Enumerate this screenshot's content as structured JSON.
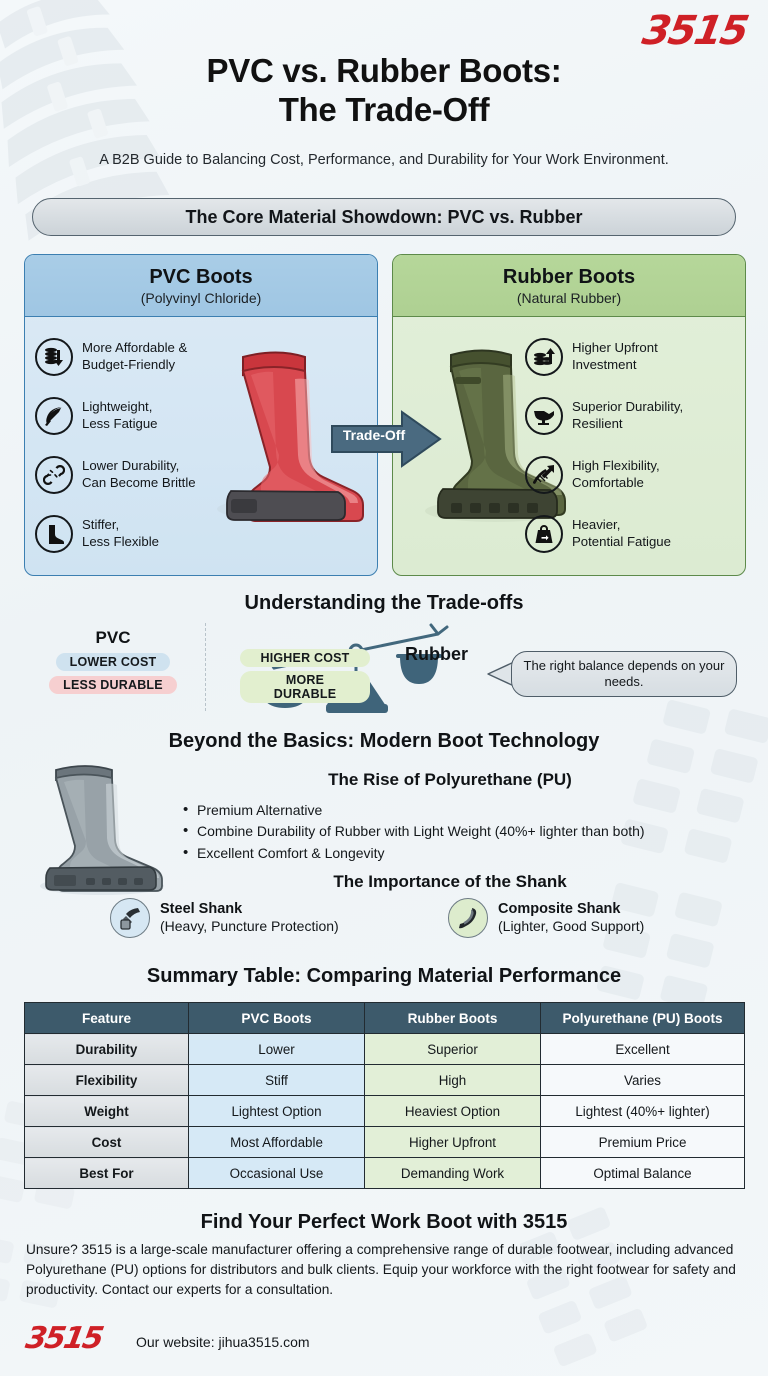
{
  "brand": {
    "logo_text": "3515",
    "logo_color": "#cf2026"
  },
  "header": {
    "title_line1": "PVC vs. Rubber Boots:",
    "title_line2": "The Trade-Off",
    "subtitle": "A B2B Guide to Balancing Cost, Performance, and Durability for Your Work Environment."
  },
  "banner": {
    "label": "The Core Material Showdown: PVC vs. Rubber"
  },
  "panels": {
    "pvc": {
      "title": "PVC Boots",
      "subtitle": "(Polyvinyl Chloride)",
      "accent": "#3c7fb1",
      "features": [
        {
          "icon": "coins-down-icon",
          "line1": "More Affordable &",
          "line2": "Budget-Friendly"
        },
        {
          "icon": "feather-icon",
          "line1": "Lightweight,",
          "line2": "Less Fatigue"
        },
        {
          "icon": "broken-chain-icon",
          "line1": "Lower Durability,",
          "line2": "Can Become Brittle"
        },
        {
          "icon": "boot-icon",
          "line1": "Stiffer,",
          "line2": "Less Flexible"
        }
      ]
    },
    "rubber": {
      "title": "Rubber Boots",
      "subtitle": "(Natural Rubber)",
      "accent": "#5d8a4a",
      "features": [
        {
          "icon": "coins-up-icon",
          "line1": "Higher Upfront",
          "line2": "Investment"
        },
        {
          "icon": "anvil-icon",
          "line1": "Superior Durability,",
          "line2": "Resilient"
        },
        {
          "icon": "flex-arrow-icon",
          "line1": "High Flexibility,",
          "line2": "Comfortable"
        },
        {
          "icon": "weight-icon",
          "line1": "Heavier,",
          "line2": "Potential Fatigue"
        }
      ]
    },
    "tradeoff_arrow": {
      "label": "Trade-Off"
    }
  },
  "tradeoffs": {
    "heading": "Understanding the Trade-offs",
    "pvc_side": {
      "name": "PVC",
      "chips": [
        "LOWER COST",
        "LESS DURABLE"
      ]
    },
    "rubber_side": {
      "name": "Rubber",
      "chips": [
        "HIGHER COST",
        "MORE DURABLE"
      ]
    },
    "callout": "The right balance depends on your needs."
  },
  "beyond": {
    "heading": "Beyond the Basics: Modern Boot Technology",
    "pu_heading": "The Rise of Polyurethane (PU)",
    "pu_bullets": [
      "Premium Alternative",
      "Combine Durability of Rubber with Light Weight (40%+ lighter than both)",
      "Excellent Comfort & Longevity"
    ],
    "shank_heading": "The Importance of the Shank",
    "shanks": [
      {
        "icon": "steel-shank-icon",
        "name": "Steel Shank",
        "desc": "(Heavy, Puncture Protection)"
      },
      {
        "icon": "composite-shank-icon",
        "name": "Composite Shank",
        "desc": "(Lighter, Good Support)"
      }
    ]
  },
  "summary": {
    "heading": "Summary Table: Comparing Material Performance",
    "columns": [
      "Feature",
      "PVC Boots",
      "Rubber Boots",
      "Polyurethane (PU) Boots"
    ],
    "rows": [
      [
        "Durability",
        "Lower",
        "Superior",
        "Excellent"
      ],
      [
        "Flexibility",
        "Stiff",
        "High",
        "Varies"
      ],
      [
        "Weight",
        "Lightest Option",
        "Heaviest Option",
        "Lightest (40%+ lighter)"
      ],
      [
        "Cost",
        "Most Affordable",
        "Higher Upfront",
        "Premium Price"
      ],
      [
        "Best For",
        "Occasional Use",
        "Demanding Work",
        "Optimal Balance"
      ]
    ]
  },
  "footer": {
    "heading": "Find Your Perfect Work Boot with 3515",
    "body": "Unsure? 3515 is a large-scale manufacturer offering a comprehensive range of durable footwear, including advanced Polyurethane (PU) options for distributors and bulk clients. Equip your workforce with the right footwear for safety and productivity. Contact our experts for a consultation.",
    "logo_text": "3515",
    "website": "Our website: jihua3515.com"
  }
}
